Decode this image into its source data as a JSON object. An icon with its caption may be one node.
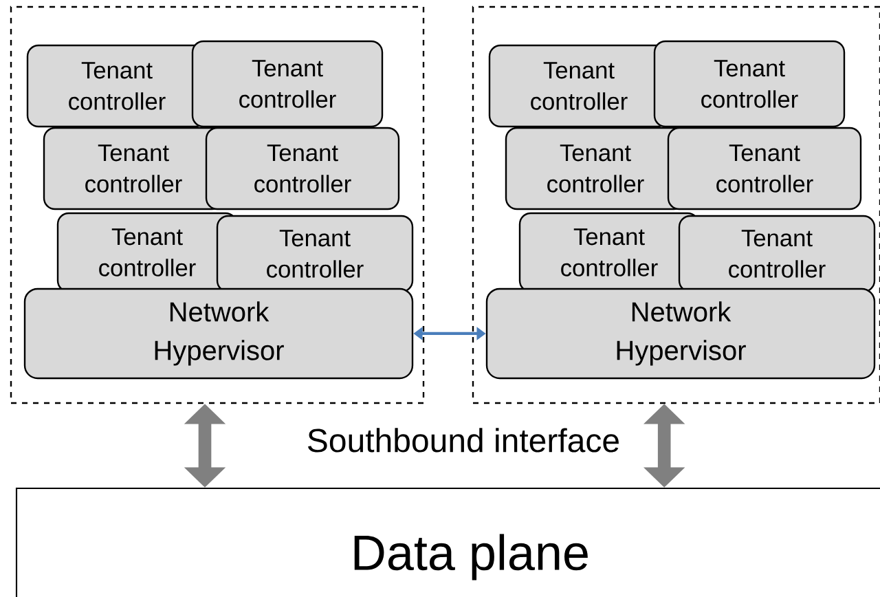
{
  "diagram": {
    "nodes": [
      {
        "text": [],
        "shape": "box"
      },
      {
        "text": [
          "Tenant controller"
        ],
        "in": 0
      },
      {
        "text": [
          "Tenant controller"
        ],
        "in": 0
      },
      {
        "text": [
          "Tenant controller"
        ],
        "in": 0
      },
      {
        "text": [
          "Tenant controller"
        ],
        "in": 0
      },
      {
        "text": [
          "Tenant controller"
        ],
        "in": 0
      },
      {
        "text": [
          "Tenant controller"
        ],
        "in": 0
      },
      {
        "text": [
          "Network Hypervisor"
        ],
        "in": 0
      },
      {
        "text": [],
        "shape": "box"
      },
      {
        "text": [
          "Tenant controller"
        ],
        "in": 8
      },
      {
        "text": [
          "Tenant controller"
        ],
        "in": 8
      },
      {
        "text": [
          "Tenant controller"
        ],
        "in": 8
      },
      {
        "text": [
          "Tenant controller"
        ],
        "in": 8
      },
      {
        "text": [
          "Tenant controller"
        ],
        "in": 8
      },
      {
        "text": [
          "Tenant controller"
        ],
        "in": 8
      },
      {
        "text": [
          "Network Hypervisor"
        ],
        "in": 8
      },
      {
        "text": [
          "Data plane"
        ]
      }
    ],
    "edges": [
      {
        "from": 7,
        "to": 15,
        "arrow": "both",
        "color": "#4a7ebb"
      },
      {
        "from": 0,
        "to": 16,
        "arrow": "both"
      },
      {
        "from": 8,
        "to": 16,
        "arrow": "both"
      }
    ],
    "labels": [
      "Southbound interface"
    ]
  }
}
